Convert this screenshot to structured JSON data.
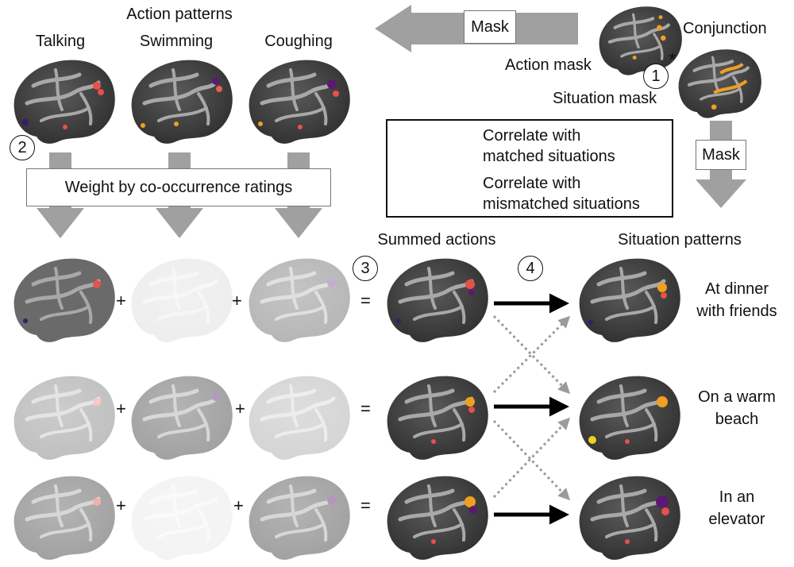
{
  "header": {
    "action_patterns": "Action patterns",
    "talking": "Talking",
    "swimming": "Swimming",
    "coughing": "Coughing",
    "conjunction": "Conjunction",
    "action_mask": "Action mask",
    "situation_mask": "Situation mask",
    "asterisk": "*"
  },
  "masks": {
    "left": "Mask",
    "right": "Mask"
  },
  "weight_box": "Weight by co-occurrence ratings",
  "steps": {
    "s1": "1",
    "s2": "2",
    "s3": "3",
    "s4": "4"
  },
  "legend": {
    "matched_line1": "Correlate with",
    "matched_line2": "matched situations",
    "mismatched_line1": "Correlate with",
    "mismatched_line2": "mismatched situations"
  },
  "columns": {
    "summed": "Summed actions",
    "situations": "Situation patterns"
  },
  "situations": [
    {
      "line1": "At dinner",
      "line2": "with friends"
    },
    {
      "line1": "On a warm",
      "line2": "beach"
    },
    {
      "line1": "In an",
      "line2": "elevator"
    }
  ],
  "ops": {
    "plus": "+",
    "equals": "="
  },
  "colors": {
    "arrow_gray": "#a0a0a0",
    "brain_dark": "#3a3a3a",
    "activation_orange": "#f0a020",
    "activation_purple": "#5a1a70",
    "legend_border": "#111111"
  }
}
